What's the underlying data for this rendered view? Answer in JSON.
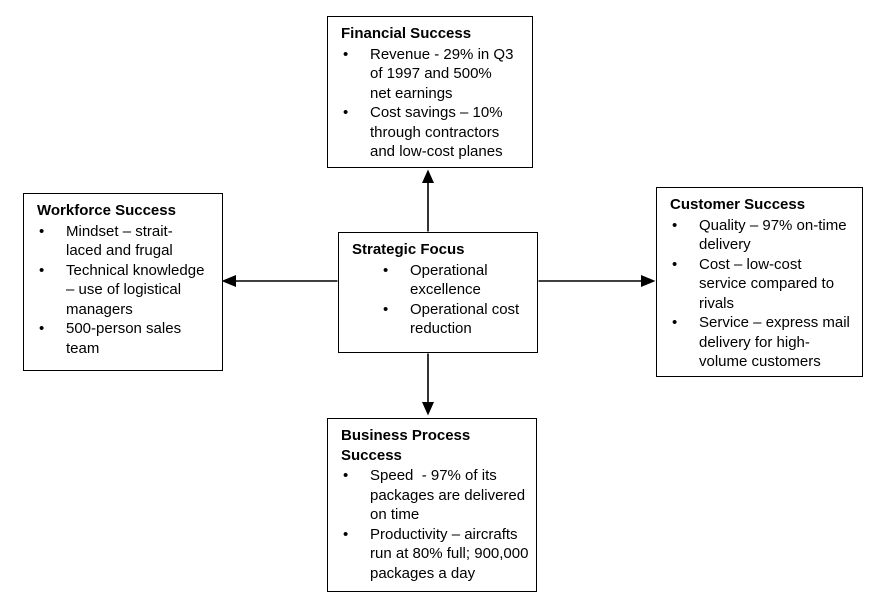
{
  "bullet_glyph": "•",
  "colors": {
    "line": "#000000",
    "background": "#ffffff",
    "text": "#000000"
  },
  "boxes": {
    "financial": {
      "title": "Financial Success",
      "bullets": [
        "Revenue - 29% in Q3\nof 1997 and 500%\nnet earnings",
        "Cost savings – 10%\nthrough contractors\nand low-cost planes"
      ]
    },
    "workforce": {
      "title": "Workforce Success",
      "bullets": [
        "Mindset – strait-\nlaced and frugal",
        "Technical knowledge\n– use of logistical\nmanagers",
        "500-person sales\nteam"
      ]
    },
    "strategic": {
      "title": "Strategic Focus",
      "bullets": [
        "Operational\nexcellence",
        "Operational cost\nreduction"
      ]
    },
    "customer": {
      "title": "Customer Success",
      "bullets": [
        "Quality – 97% on-time\ndelivery",
        "Cost – low-cost\nservice compared to\nrivals",
        "Service – express mail\ndelivery for high-\nvolume customers"
      ]
    },
    "business": {
      "title": "Business Process\nSuccess",
      "bullets": [
        "Speed  - 97% of its\npackages are delivered\non time",
        "Productivity – aircrafts\nrun at 80% full; 900,000\npackages a day"
      ]
    }
  },
  "arrows": [
    {
      "from": "Strategic Focus",
      "to": "Financial Success",
      "direction": "up"
    },
    {
      "from": "Strategic Focus",
      "to": "Workforce Success",
      "direction": "left"
    },
    {
      "from": "Strategic Focus",
      "to": "Customer Success",
      "direction": "right"
    },
    {
      "from": "Strategic Focus",
      "to": "Business Process Success",
      "direction": "down"
    }
  ]
}
